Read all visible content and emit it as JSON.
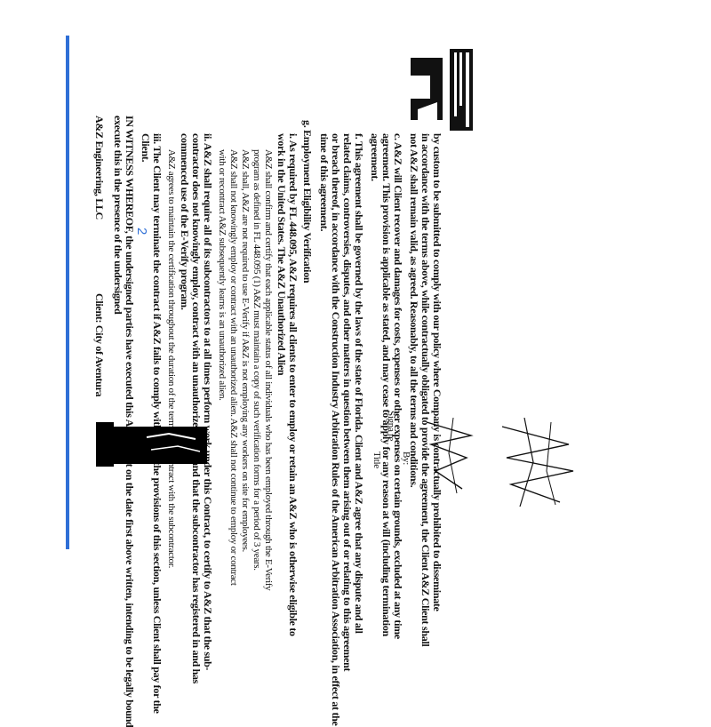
{
  "document": {
    "intro_lines": [
      "by custom to be submitted to comply with our policy where Company is contractually prohibited to disseminate",
      "in accordance with the terms above, while contractually obligated to provide the agreement, the Client A&Z Client shall",
      "not A&Z shall remain valid, as agreed. Reasonably, to all the terms and conditions."
    ],
    "item_c": [
      "c.   A&Z will Client recover and damages for costs, expenses or other expenses on certain grounds, excluded at any time",
      "agreement. This provision is applicable as stated, and may cease to apply for any reason at will (including termination",
      "agreement."
    ],
    "item_f": [
      "f.   This agreement shall be governed by the laws of the state of Florida. Client and A&Z agree that any dispute and all",
      "related claims, controversies, disputes, and other matters in question between them arising out of or relating to this agreement",
      "or breach thereof, in accordance with the Construction Industry Arbitration Rules of the American Arbitration Association, in effect at the",
      "time of this agreement."
    ],
    "section_g_heading": "g.   Employment Eligibility Verification",
    "item_i": [
      "i.    As required by FL 448.095, A&Z requires all clients to enter to employ or retain an A&Z who is otherwise eligible to",
      "work in the United States. The A&Z Unauthorized Alien"
    ],
    "item_i_sub": [
      "A&Z shall confirm and certify that each applicable status of all individuals who has been employed through the E-Verify",
      "program as defined in FL 448.095 (1) A&Z must maintain a copy of such verification forms for a period of 3 years.",
      "A&Z shall, A&Z are not required to use E-Verify if A&Z is not employing any workers on site for employees.",
      "A&Z shall not knowingly employ or contract with an unauthorized alien. A&Z shall not continue to employ or contract",
      "with or recontract A&Z subsequently learns is an unauthorized alien."
    ],
    "item_ii": [
      "ii.   A&Z shall require all of its subcontractors to at all times perform work under this Contract, to certify to A&Z that the sub-",
      "contractor does not knowingly employ, contract with an unauthorized alien, and that the subcontractor has registered in and has",
      "commenced use of the E-Verify program."
    ],
    "item_ii_sub": [
      "A&Z agrees to maintain the certification throughout the duration of the term of the contract with the subcontractor."
    ],
    "item_iii": [
      "iii.  The Client may terminate the contract if A&Z fails to comply with any of the provisions of this section, unless Client shall pay for the",
      "Client."
    ],
    "witness_lines": [
      "IN WITNESS WHEREOF, the undersigned parties have executed this Agreement on the date first above written, intending to be legally bound",
      "execute this in the presence of the undersigned"
    ],
    "company_line": "A&Z Engineering, LLC",
    "client_label": "Client:  City of Aventura",
    "signature_label": "Signa  re",
    "signature_sub": "Title",
    "by_label": "By:",
    "page_number": "2"
  },
  "colors": {
    "margin_line": "#2f6fd6",
    "page_number": "#2f6fd6"
  }
}
